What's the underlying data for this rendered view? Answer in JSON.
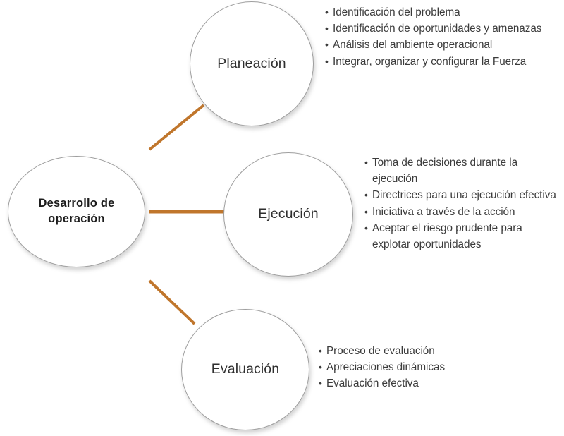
{
  "diagram": {
    "title": "Desarrollo de operación",
    "accent_color": "#c0762c",
    "circle_border_color": "#9e9e9e",
    "background_color": "#ffffff",
    "text_color": "#3b3b3b",
    "central_node": {
      "label": "Desarrollo de operación"
    },
    "branches": [
      {
        "id": "planeacion",
        "label": "Planeación",
        "bullets": [
          "Identificación del problema",
          "Identificación de oportunidades y amenazas",
          "Análisis del ambiente operacional",
          "Integrar, organizar y configurar la Fuerza"
        ]
      },
      {
        "id": "ejecucion",
        "label": "Ejecución",
        "bullets": [
          "Toma de decisiones durante la ejecución",
          "Directrices para una ejecución efectiva",
          "Iniciativa a través de la acción",
          "Aceptar el riesgo prudente para explotar oportunidades"
        ]
      },
      {
        "id": "evaluacion",
        "label": "Evaluación",
        "bullets": [
          "Proceso de evaluación",
          "Apreciaciones dinámicas",
          "Evaluación efectiva"
        ]
      }
    ]
  }
}
